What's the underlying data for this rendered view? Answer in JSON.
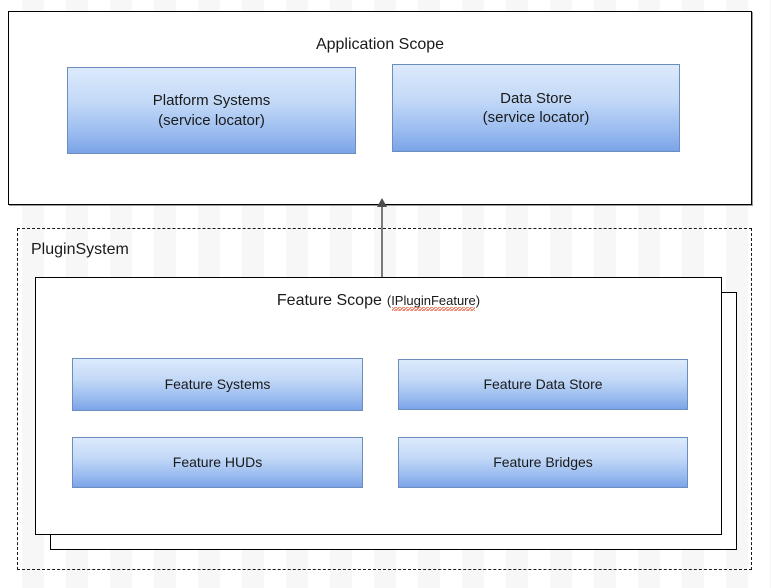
{
  "diagram": {
    "type": "architecture-block-diagram",
    "background": {
      "page_color": "#ffffff",
      "stripe_color": "#f7f7f7"
    },
    "palette": {
      "node_fill_top": "#dceafc",
      "node_fill_bottom": "#7ba4e8",
      "node_border": "#6c8ebf",
      "container_border": "#000000",
      "dashed_border": "#1a1a1a",
      "arrow_color": "#7a7a7a",
      "spellcheck_underline": "#e8502f",
      "text_color": "#1a1a1a"
    },
    "application_scope": {
      "title": "Application Scope",
      "nodes": [
        {
          "id": "platform-systems",
          "line1": "Platform Systems",
          "line2": "(service locator)"
        },
        {
          "id": "data-store",
          "line1": "Data Store",
          "line2": "(service locator)"
        }
      ]
    },
    "plugin_system": {
      "label": "PluginSystem",
      "feature_scope": {
        "title": "Feature Scope",
        "title_suffix": "(IPluginFeature)",
        "suffix_misspelled_token": "IPluginFeature",
        "stacked": true,
        "nodes": [
          {
            "id": "feature-systems",
            "label": "Feature Systems"
          },
          {
            "id": "feature-data-store",
            "label": "Feature Data Store"
          },
          {
            "id": "feature-huds",
            "label": "Feature HUDs"
          },
          {
            "id": "feature-bridges",
            "label": "Feature Bridges"
          }
        ]
      }
    },
    "connections": [
      {
        "id": "feature-scope-to-application-scope",
        "from": "Feature Scope",
        "to": "Application Scope",
        "direction": "up",
        "arrowhead": "filled-triangle"
      }
    ]
  }
}
